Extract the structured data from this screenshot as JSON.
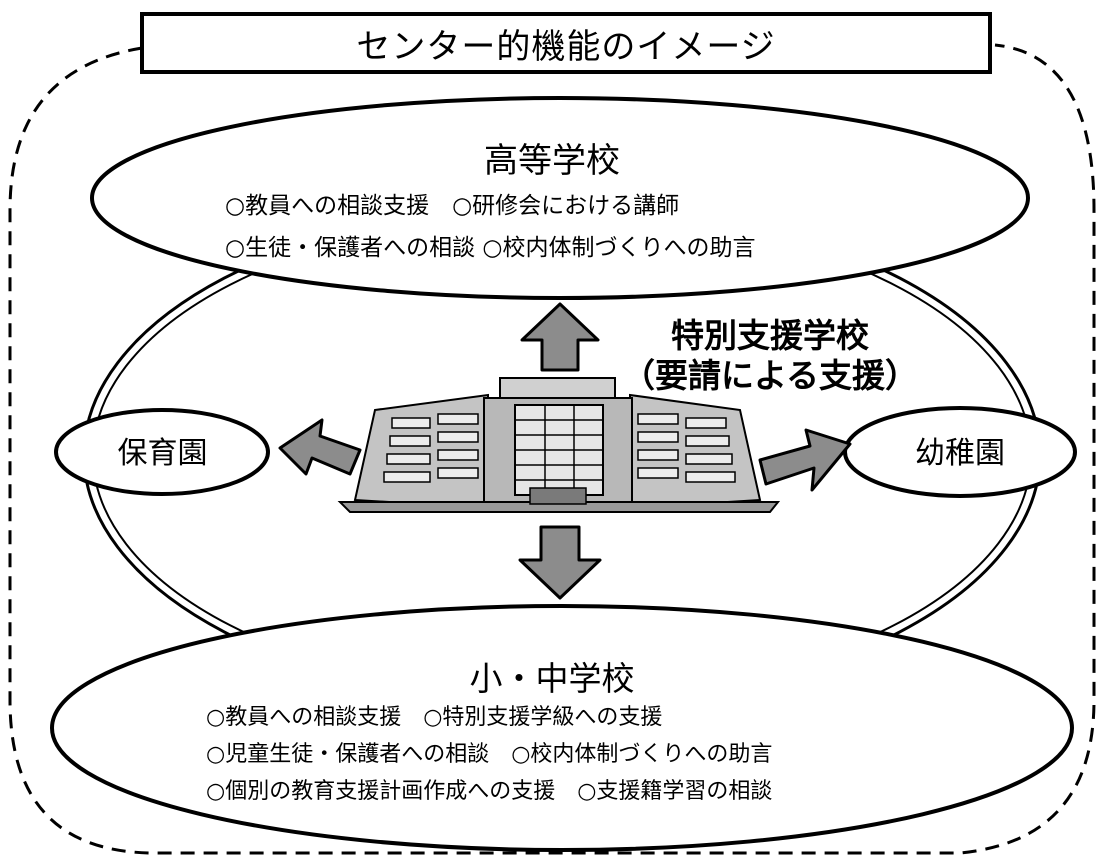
{
  "title": "センター的機能のイメージ",
  "high_school": {
    "title": "高等学校",
    "lines": [
      "○教員への相談支援　○研修会における講師",
      "○生徒・保護者への相談 ○校内体制づくりへの助言"
    ]
  },
  "special_school": {
    "title_line1": "特別支援学校",
    "title_line2": "（要請による支援）"
  },
  "nursery": {
    "label": "保育園"
  },
  "kindergarten": {
    "label": "幼稚園"
  },
  "elementary_junior": {
    "title": "小・中学校",
    "lines": [
      "○教員への相談支援　○特別支援学級への支援",
      "○児童生徒・保護者への相談　○校内体制づくりへの助言",
      "○個別の教育支援計画作成への支援　○支援籍学習の相談"
    ]
  },
  "colors": {
    "arrow_fill": "#8c8c8c",
    "building_fill": "#b8b8b8",
    "line": "#000000"
  },
  "icons": [
    "arrow-up-icon",
    "arrow-down-icon",
    "arrow-left-icon",
    "arrow-right-icon",
    "school-building-icon"
  ]
}
